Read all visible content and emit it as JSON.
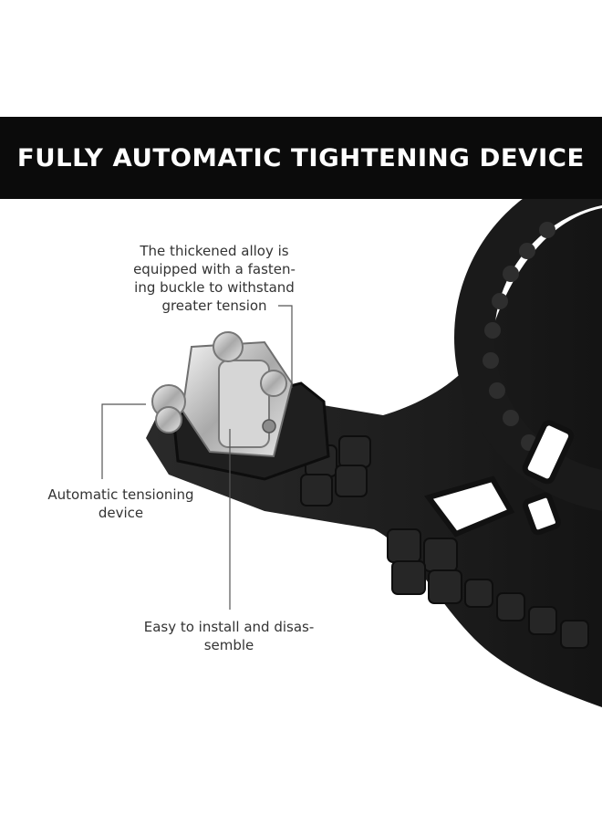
{
  "banner": {
    "title": "FULLY AUTOMATIC TIGHTENING DEVICE"
  },
  "callouts": [
    {
      "text": "The thickened alloy is\nequipped with a fasten-\ning buckle to withstand\ngreater tension"
    },
    {
      "text": "Automatic tensioning\ndevice"
    },
    {
      "text": "Easy to install and disas-\nsemble"
    }
  ],
  "colors": {
    "banner_bg": "#0b0b0b",
    "banner_text": "#ffffff",
    "product_body": "#1c1c1c",
    "metal": "#c8c8c8",
    "callout_text": "#333333"
  }
}
